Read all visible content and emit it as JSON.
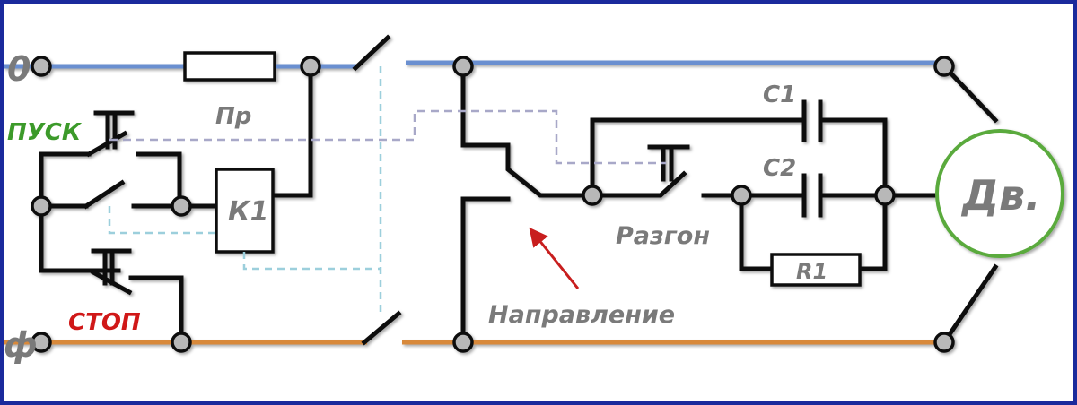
{
  "labels": {
    "zero": "0",
    "phase": "ф",
    "fuse": "Пр",
    "start": "ПУСК",
    "stop": "СТОП",
    "relay": "К1",
    "direction": "Направление",
    "boost": "Разгон",
    "cap1": "С1",
    "cap2": "С2",
    "resistor": "R1",
    "motor": "Дв."
  },
  "colors": {
    "frame": "#1a2a9c",
    "neutral_line": "#6a8fd0",
    "phase_line": "#d8893a",
    "start_label": "#3c9a2a",
    "stop_label": "#d01818",
    "arrow": "#c81e1e",
    "motor_ring": "#5aaa3c",
    "dashed_link": "#a8a8c8",
    "dashed_control": "#9ccfdc"
  }
}
